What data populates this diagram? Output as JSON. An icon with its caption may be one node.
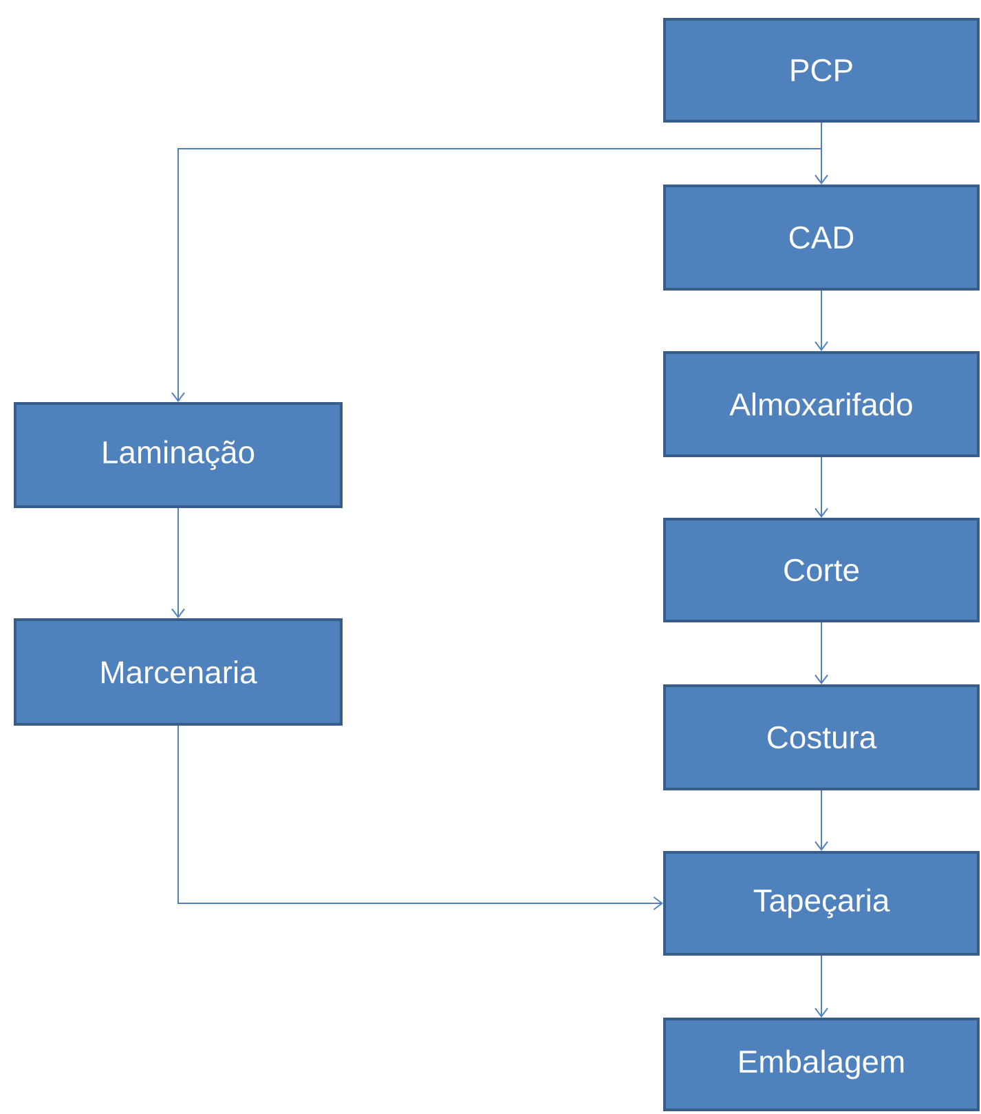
{
  "diagram": {
    "nodes": [
      {
        "text": [
          "PCP"
        ]
      },
      {
        "text": [
          "CAD"
        ]
      },
      {
        "text": [
          "Almoxarifado"
        ]
      },
      {
        "text": [
          "Corte"
        ]
      },
      {
        "text": [
          "Costura"
        ]
      },
      {
        "text": [
          "Tapeçaria"
        ]
      },
      {
        "text": [
          "Embalagem"
        ]
      },
      {
        "text": [
          "Laminação"
        ]
      },
      {
        "text": [
          "Marcenaria"
        ]
      }
    ],
    "edges": [
      {
        "from": 0,
        "to": 1,
        "arrow": "to"
      },
      {
        "from": 0,
        "to": 7,
        "arrow": "to"
      },
      {
        "from": 1,
        "to": 2,
        "arrow": "to"
      },
      {
        "from": 2,
        "to": 3,
        "arrow": "to"
      },
      {
        "from": 3,
        "to": 4,
        "arrow": "to"
      },
      {
        "from": 4,
        "to": 5,
        "arrow": "to"
      },
      {
        "from": 5,
        "to": 6,
        "arrow": "to"
      },
      {
        "from": 7,
        "to": 8,
        "arrow": "to"
      },
      {
        "from": 8,
        "to": 5,
        "arrow": "to"
      }
    ]
  }
}
